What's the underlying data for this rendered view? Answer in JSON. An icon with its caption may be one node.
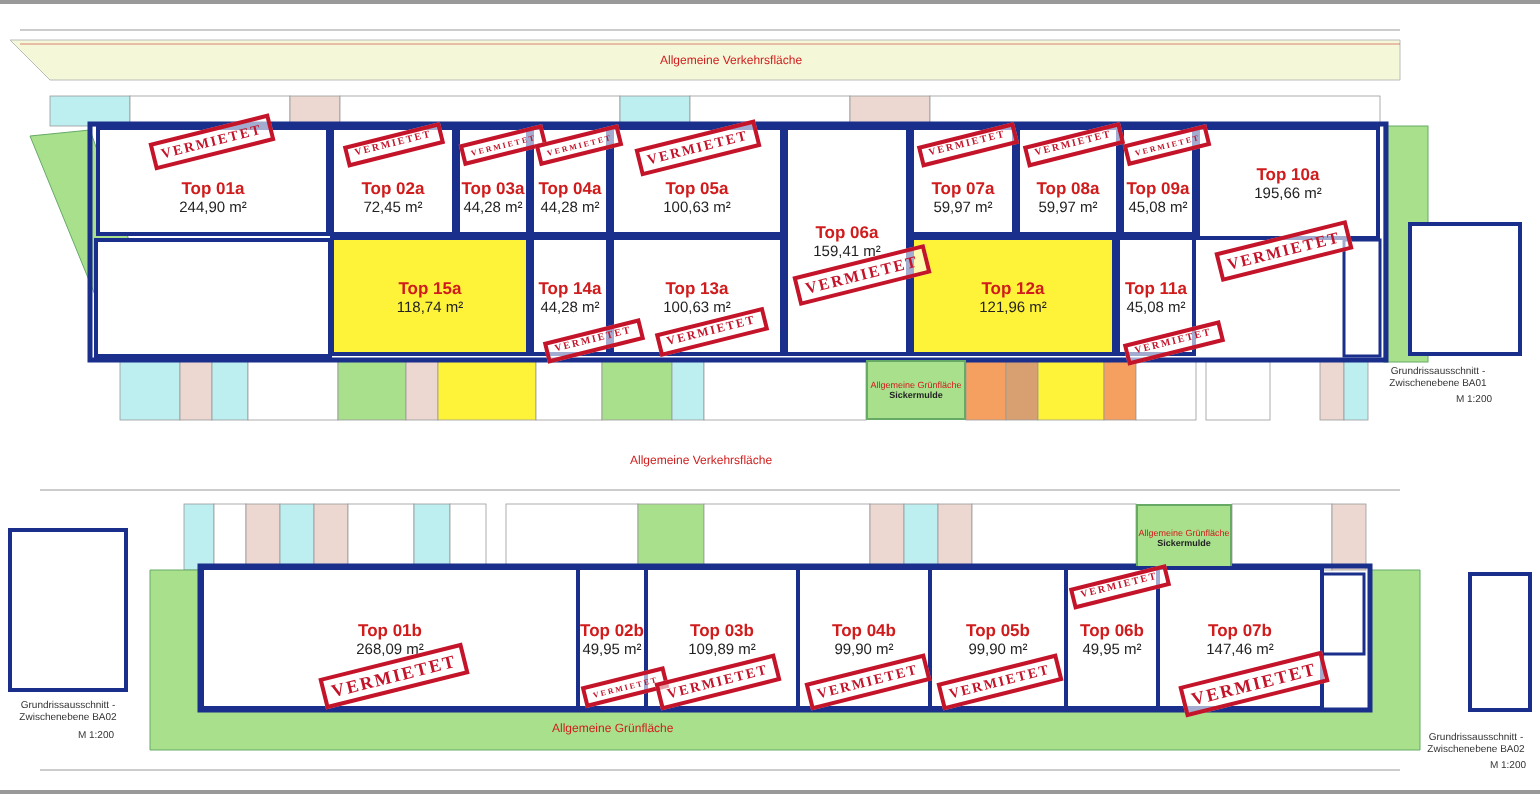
{
  "diagram": {
    "nodes": [
      {
        "text": [
          "Top 01a",
          "244,90 m²"
        ]
      },
      {
        "text": [
          "Top 02a",
          "72,45 m²"
        ]
      },
      {
        "text": [
          "Top 03a",
          "44,28 m²"
        ]
      },
      {
        "text": [
          "Top 04a",
          "44,28 m²"
        ]
      },
      {
        "text": [
          "Top 05a",
          "100,63 m²"
        ]
      },
      {
        "text": [
          "Top 06a",
          "159,41 m²"
        ]
      },
      {
        "text": [
          "Top 07a",
          "59,97 m²"
        ]
      },
      {
        "text": [
          "Top 08a",
          "59,97 m²"
        ]
      },
      {
        "text": [
          "Top 09a",
          "45,08 m²"
        ]
      },
      {
        "text": [
          "Top 10a",
          "195,66 m²"
        ]
      },
      {
        "text": [
          "Top 15a",
          "118,74 m²"
        ]
      },
      {
        "text": [
          "Top 14a",
          "44,28 m²"
        ]
      },
      {
        "text": [
          "Top 13a",
          "100,63 m²"
        ]
      },
      {
        "text": [
          "Top 12a",
          "121,96 m²"
        ]
      },
      {
        "text": [
          "Top 11a",
          "45,08 m²"
        ]
      },
      {
        "text": [
          "Allgemeine Grünfläche",
          "Sickermulde"
        ]
      },
      {
        "text": [
          "Allgemeine Grünfläche",
          "Sickermulde"
        ]
      },
      {
        "text": [
          "Top 01b",
          "268,09 m²"
        ]
      },
      {
        "text": [
          "Top 02b",
          "49,95 m²"
        ]
      },
      {
        "text": [
          "Top 03b",
          "109,89 m²"
        ]
      },
      {
        "text": [
          "Top 04b",
          "99,90 m²"
        ]
      },
      {
        "text": [
          "Top 05b",
          "99,90 m²"
        ]
      },
      {
        "text": [
          "Top 06b",
          "49,95 m²"
        ]
      },
      {
        "text": [
          "Top 07b",
          "147,46 m²"
        ]
      }
    ],
    "labels": [
      "Allgemeine Verkehrsfläche",
      "VERMIETET",
      "VERMIETET",
      "VERMIETET",
      "VERMIETET",
      "VERMIETET",
      "VERMIETET",
      "VERMIETET",
      "VERMIETET",
      "VERMIETET",
      "VERMIETET",
      "VERMIETET",
      "VERMIETET",
      "VERMIETET",
      "Grundrissausschnitt - Zwischenebene BA01",
      "M 1:200",
      "Allgemeine Verkehrsfläche",
      "VERMIETET",
      "VERMIETET",
      "VERMIETET",
      "VERMIETET",
      "VERMIETET",
      "VERMIETET",
      "VERMIETET",
      "Allgemeine Grünfläche",
      "Grundrissausschnitt - Zwischenebene BA02",
      "M 1:200",
      "Grundrissausschnitt - Zwischenebene BA02",
      "M 1:200"
    ]
  }
}
